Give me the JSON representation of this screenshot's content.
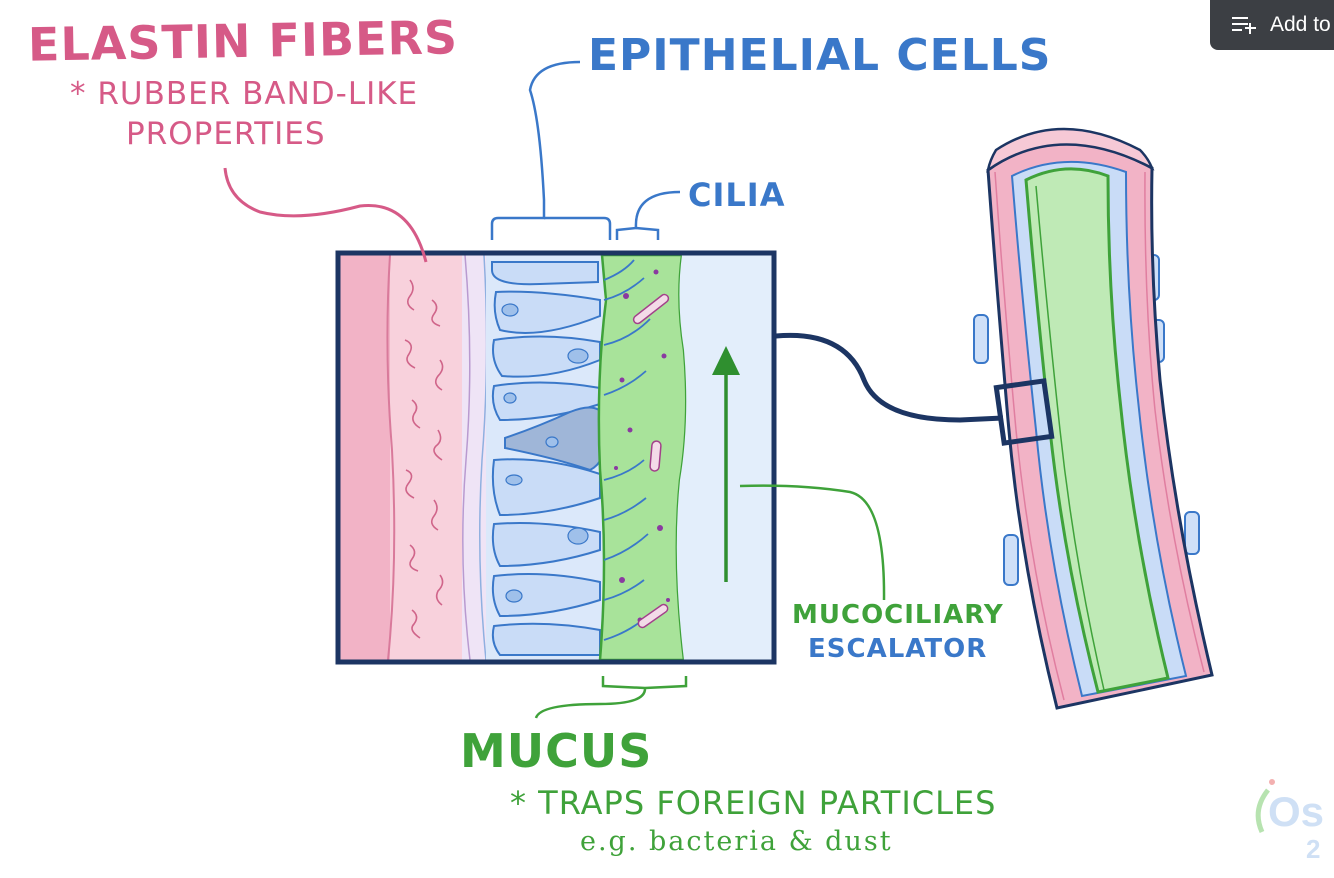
{
  "labels": {
    "elastin_title": "ELASTIN FIBERS",
    "elastin_note_1": "* RUBBER BAND-LIKE",
    "elastin_note_2": "PROPERTIES",
    "epithelial": "EPITHELIAL CELLS",
    "cilia": "CILIA",
    "mucociliary_1": "MUCOCILIARY",
    "mucociliary_2": "ESCALATOR",
    "mucus": "MUCUS",
    "mucus_note": "* TRAPS FOREIGN PARTICLES",
    "mucus_example": "e.g. bacteria & dust"
  },
  "toolbar": {
    "add_button_label": "Add to",
    "add_icon": "playlist-add-icon"
  },
  "logo": {
    "text": "Os",
    "sub": "2"
  },
  "colors": {
    "pink": "#d65a87",
    "blue": "#3a78c9",
    "green": "#3fa23a",
    "navy": "#1c3563",
    "mucus_fill": "#a8e39a",
    "cell_fill": "#c9dcf7",
    "tissue_fill": "#f6c9d6"
  }
}
